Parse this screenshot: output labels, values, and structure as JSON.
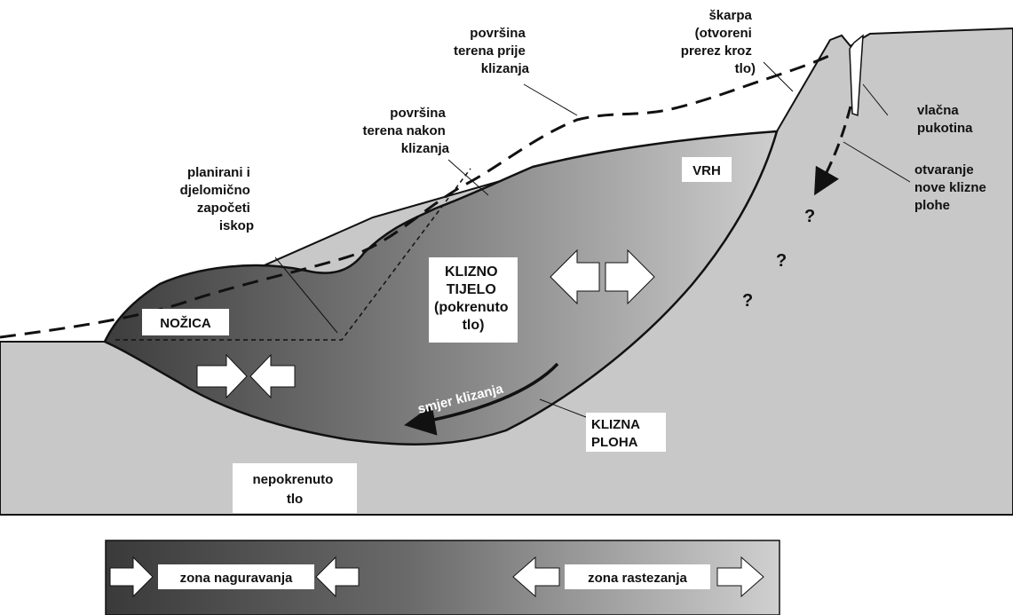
{
  "labels": {
    "surface_before": [
      "površina",
      "terena prije",
      "klizanja"
    ],
    "surface_after": [
      "površina",
      "terena nakon",
      "klizanja"
    ],
    "scarp": [
      "škarpa",
      "(otvoreni",
      "prerez kroz",
      "tlo)"
    ],
    "tension_crack": [
      "vlačna",
      "pukotina"
    ],
    "new_slip_surface": [
      "otvaranje",
      "nove klizne",
      "plohe"
    ],
    "excavation": [
      "planirani i",
      "djelomično",
      "započeti",
      "iskop"
    ],
    "head": "VRH",
    "toe": "NOŽICA",
    "sliding_body": [
      "KLIZNO",
      "TIJELO",
      "(pokrenuto",
      "tlo)"
    ],
    "sliding_direction": "smjer klizanja",
    "slip_surface": [
      "KLIZNA",
      "PLOHA"
    ],
    "stable_ground": [
      "nepokrenuto",
      "tlo"
    ],
    "question_mark": "?"
  },
  "legend": {
    "compression_zone": "zona naguravanja",
    "extension_zone": "zona rastezanja"
  },
  "colors": {
    "ground": "#c8c8c8",
    "body_dark": "#454545",
    "body_light": "#cfcfcf",
    "outline": "#111111",
    "label_bg": "#ffffff"
  }
}
